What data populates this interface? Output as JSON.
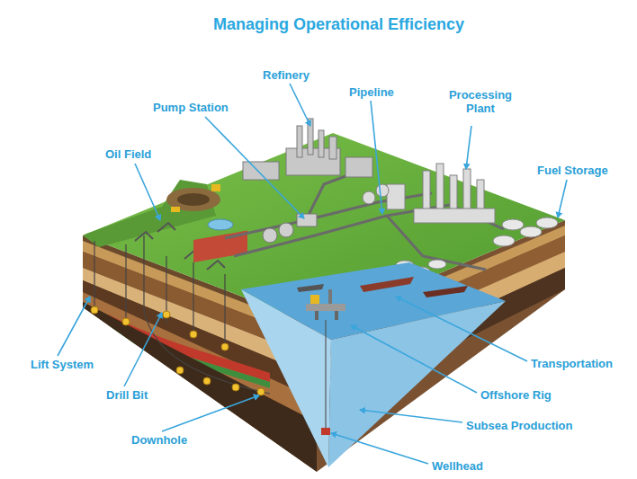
{
  "diagram": {
    "title": "Managing Operational Efficiency",
    "labels": [
      "Refinery",
      "Pipeline",
      "Processing Plant",
      "Pump Station",
      "Oil Field",
      "Fuel Storage",
      "Lift System",
      "Drill Bit",
      "Transportation",
      "Offshore Rig",
      "Downhole",
      "Subsea Production",
      "Wellhead"
    ]
  }
}
